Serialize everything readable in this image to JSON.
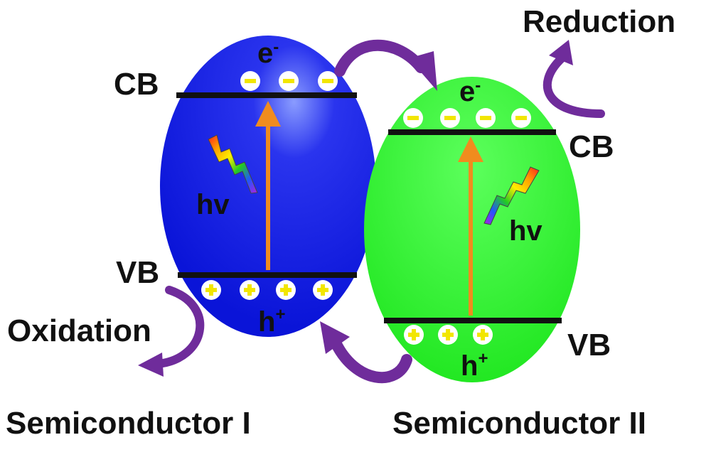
{
  "colors": {
    "semiconductor_1": "#0a14d8",
    "semiconductor_2": "#1ee61e",
    "band_line": "#111111",
    "excitation_arrow": "#f08c1e",
    "transfer_arrow": "#6f2c9b",
    "charge_fill": "#ffffff",
    "charge_symbol": "#f2e600"
  },
  "semiconductor_1": {
    "name": "Semiconductor I",
    "cb_label": "CB",
    "vb_label": "VB",
    "electron_label": "e",
    "electron_sup": "-",
    "hole_label": "h",
    "hole_sup": "+",
    "photon_label": "hv",
    "electron_count": 3,
    "hole_count": 4
  },
  "semiconductor_2": {
    "name": "Semiconductor II",
    "cb_label": "CB",
    "vb_label": "VB",
    "electron_label": "e",
    "electron_sup": "-",
    "hole_label": "h",
    "hole_sup": "+",
    "photon_label": "hv",
    "electron_count": 4,
    "hole_count": 3
  },
  "reactions": {
    "reduction": "Reduction",
    "oxidation": "Oxidation"
  },
  "icons": {
    "photon": "lightning-bolt-rainbow-icon"
  }
}
